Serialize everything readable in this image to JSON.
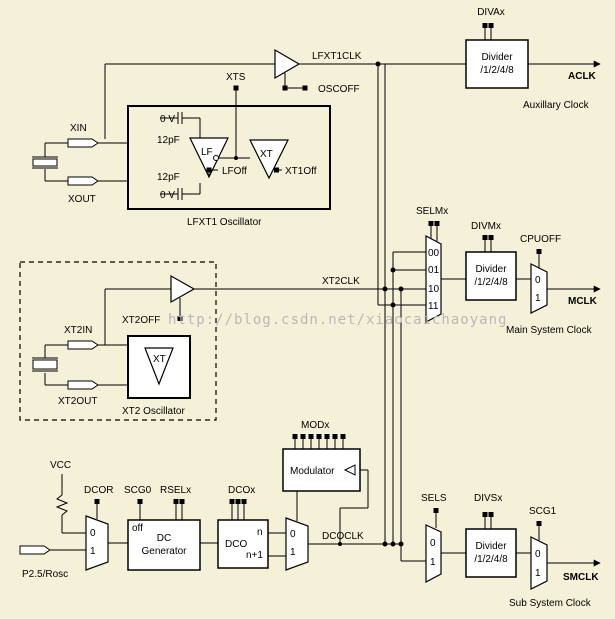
{
  "labels": {
    "divax": "DIVAx",
    "divider_a_1": "Divider",
    "divider_a_2": "/1/2/4/8",
    "lfxt1clk": "LFXT1CLK",
    "aclk": "ACLK",
    "aux_clock": "Auxillary Clock",
    "xts": "XTS",
    "oscoff": "OSCOFF",
    "xin": "XIN",
    "xout": "XOUT",
    "zero_v_top": "0 V",
    "zero_v_bottom": "0 V",
    "pf_top": "12pF",
    "pf_bottom": "12pF",
    "lf": "LF",
    "lfoff": "LFOff",
    "xt_lf": "XT",
    "xt1off": "XT1Off",
    "lfxt1_osc": "LFXT1 Oscillator",
    "selmx": "SELMx",
    "divmx": "DIVMx",
    "cpuoff": "CPUOFF",
    "mux_00": "00",
    "mux_01": "01",
    "mux_10": "10",
    "mux_11": "11",
    "divider_m_1": "Divider",
    "divider_m_2": "/1/2/4/8",
    "mclk_mux_0": "0",
    "mclk_mux_1": "1",
    "mclk": "MCLK",
    "main_clock": "Main System Clock",
    "xt2clk": "XT2CLK",
    "xt2off": "XT2OFF",
    "xt2in": "XT2IN",
    "xt2out": "XT2OUT",
    "xt2_xt": "XT",
    "xt2_osc": "XT2 Oscillator",
    "modx": "MODx",
    "modulator": "Modulator",
    "vcc": "VCC",
    "dcor": "DCOR",
    "scg0": "SCG0",
    "rselx": "RSELx",
    "dcox": "DCOx",
    "dcor_mux_0": "0",
    "dcor_mux_1": "1",
    "off": "off",
    "dc_gen_1": "DC",
    "dc_gen_2": "Generator",
    "dco": "DCO",
    "dco_n": "n",
    "dco_n1": "n+1",
    "dco_mux_0": "0",
    "dco_mux_1": "1",
    "dcoclk": "DCOCLK",
    "p25rosc": "P2.5/Rosc",
    "sels": "SELS",
    "divsx": "DIVSx",
    "scg1": "SCG1",
    "sels_mux_0": "0",
    "sels_mux_1": "1",
    "divider_s_1": "Divider",
    "divider_s_2": "/1/2/4/8",
    "smclk_mux_0": "0",
    "smclk_mux_1": "1",
    "smclk": "SMCLK",
    "sub_clock": "Sub System Clock",
    "watermark": "http://blog.csdn.net/xiaocaichaoyang"
  }
}
